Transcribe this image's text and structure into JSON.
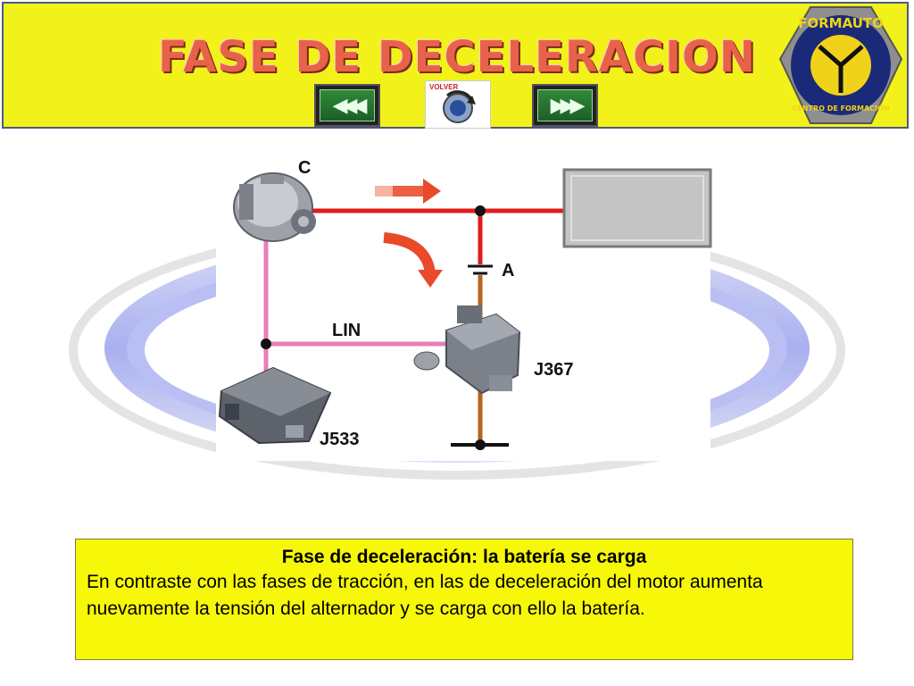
{
  "header": {
    "title": "FASE DE DECELERACION",
    "volver_label": "VOLVER",
    "prev_icon": "triple-chevron-left-icon",
    "next_icon": "triple-chevron-right-icon",
    "logo_text_top": "FORMAUTO",
    "logo_text_bottom": "CENTRO DE FORMACIÓN"
  },
  "diagram": {
    "labels": {
      "alternator": "C",
      "battery": "A",
      "lin": "LIN",
      "sensor": "J367",
      "control_unit": "J533"
    },
    "colors": {
      "positive_line": "#e11b1b",
      "lin_line": "#e77fb7",
      "ground_line": "#b5651d",
      "arrow": "#e84a2a"
    }
  },
  "caption": {
    "title": "Fase de deceleración: la batería se carga",
    "body": "En contraste con las fases de tracción, en las de deceleración del motor aumenta nuevamente la tensión del alternador y se carga con ello la batería."
  }
}
